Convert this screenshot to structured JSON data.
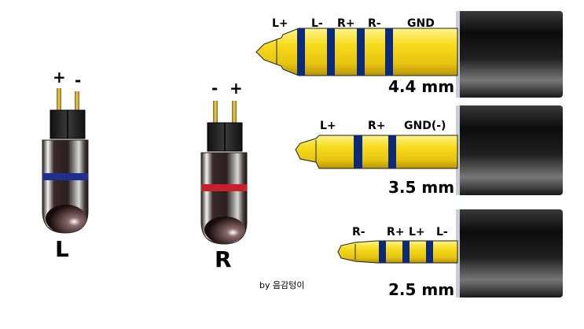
{
  "connectors": {
    "left": {
      "letter": "L",
      "pins": [
        "+",
        "-"
      ],
      "band_color": "#1f2f8a"
    },
    "right": {
      "letter": "R",
      "pins": [
        "-",
        "+"
      ],
      "band_color": "#c8202a"
    }
  },
  "plugs": {
    "p44": {
      "size": "4.4 mm",
      "labels": [
        "L+",
        "L-",
        "R+",
        "R-",
        "GND"
      ]
    },
    "p35": {
      "size": "3.5 mm",
      "labels": [
        "L+",
        "R+",
        "GND(-)"
      ]
    },
    "p25": {
      "size": "2.5 mm",
      "labels": [
        "R-",
        "R+",
        "L+",
        "L-"
      ]
    }
  },
  "credit": "by 음감텅이",
  "colors": {
    "gold": "#f2d21a",
    "ring": "#0d2a78",
    "sleeve": "#1c1c1c"
  }
}
